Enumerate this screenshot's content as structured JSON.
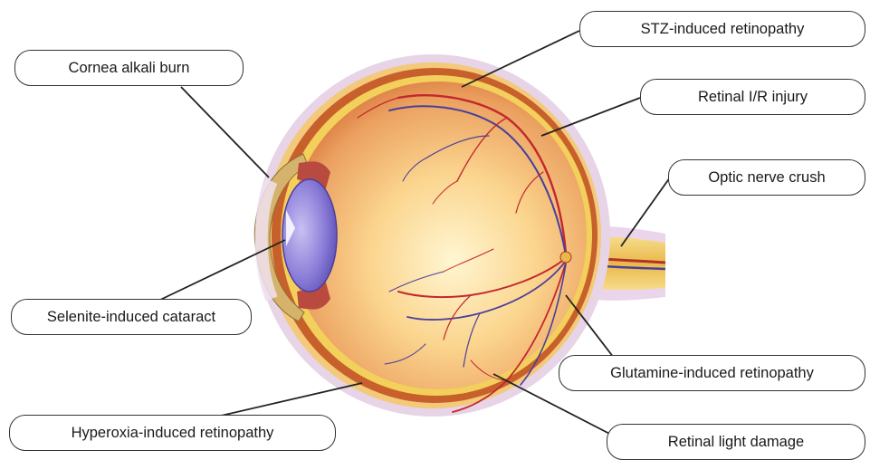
{
  "labels": {
    "stz": "STZ-induced retinopathy",
    "retinal_ir": "Retinal I/R injury",
    "optic_nerve": "Optic nerve crush",
    "cornea": "Cornea alkali burn",
    "selenite": "Selenite-induced cataract",
    "glutamine": "Glutamine-induced retinopathy",
    "hyperoxia": "Hyperoxia-induced retinopathy",
    "light_damage": "Retinal light damage"
  },
  "colors": {
    "sclera_outer": "#e8d6e6",
    "choroid": "#c7541f",
    "retina": "#f4d35a",
    "vitreous_light": "#fdebb0",
    "vitreous_dark": "#e8a160",
    "lens": "#7e70d2",
    "artery": "#c3282d",
    "vein": "#4a3f9a",
    "optic_nerve": "#f1cd6a",
    "leader_line": "#222222"
  }
}
